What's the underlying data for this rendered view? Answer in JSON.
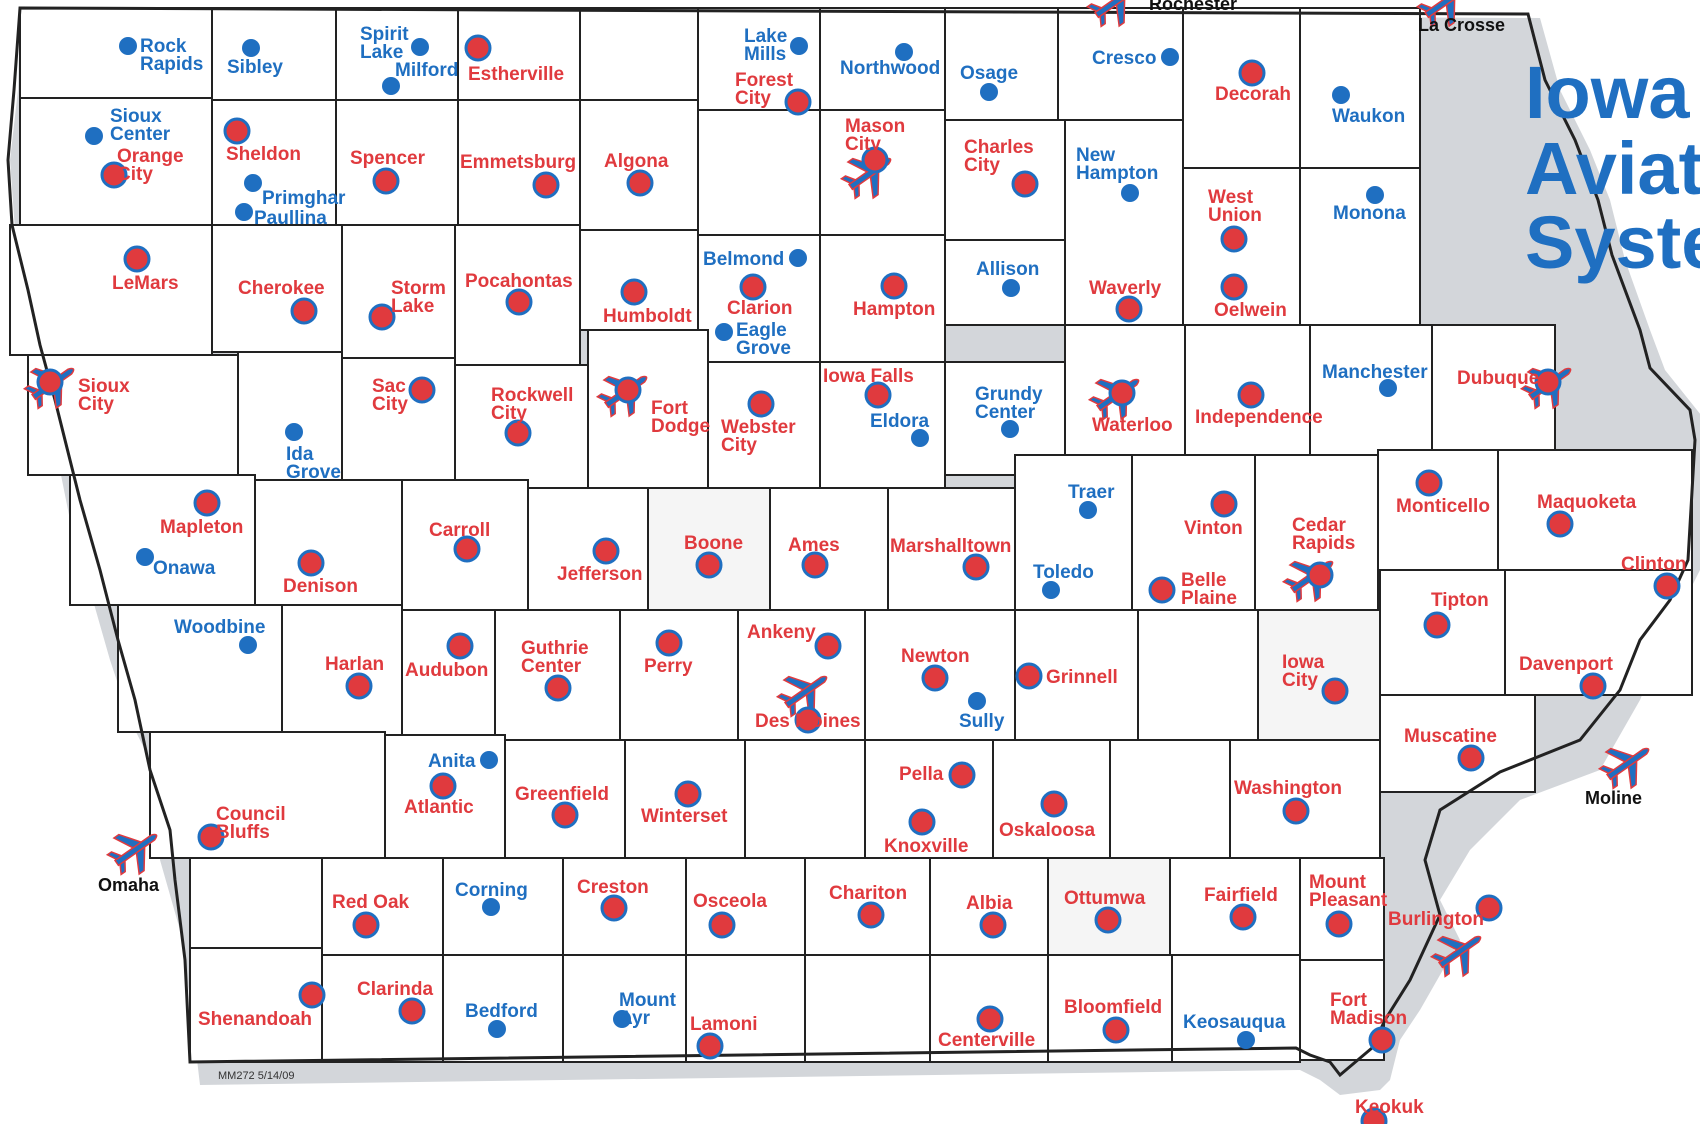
{
  "title_lines": [
    "Iowa",
    "Aviat",
    "Syste"
  ],
  "map_code": "MM272  5/14/09",
  "colors": {
    "red_dot": "#e03a3e",
    "blue_dot": "#1f6fc1",
    "airplane": "#1f6fc1",
    "airplane_accent": "#e03a3e"
  },
  "external_labels": [
    {
      "id": "rochester",
      "text": "Rochester"
    },
    {
      "id": "lacrosse",
      "text": "La Crosse"
    },
    {
      "id": "omaha",
      "text": "Omaha"
    },
    {
      "id": "moline",
      "text": "Moline"
    }
  ],
  "airports": [
    {
      "id": "rock-rapids",
      "lines": [
        "Rock",
        "Rapids"
      ],
      "kind": "blue"
    },
    {
      "id": "sibley",
      "lines": [
        "Sibley"
      ],
      "kind": "blue"
    },
    {
      "id": "spirit-lake",
      "lines": [
        "Spirit",
        "Lake"
      ],
      "kind": "blue"
    },
    {
      "id": "milford",
      "lines": [
        "Milford"
      ],
      "kind": "blue"
    },
    {
      "id": "estherville",
      "lines": [
        "Estherville"
      ],
      "kind": "red"
    },
    {
      "id": "lake-mills",
      "lines": [
        "Lake",
        "Mills"
      ],
      "kind": "blue"
    },
    {
      "id": "forest-city",
      "lines": [
        "Forest",
        "City"
      ],
      "kind": "red"
    },
    {
      "id": "northwood",
      "lines": [
        "Northwood"
      ],
      "kind": "blue"
    },
    {
      "id": "osage",
      "lines": [
        "Osage"
      ],
      "kind": "blue"
    },
    {
      "id": "cresco",
      "lines": [
        "Cresco"
      ],
      "kind": "blue"
    },
    {
      "id": "decorah",
      "lines": [
        "Decorah"
      ],
      "kind": "red"
    },
    {
      "id": "waukon",
      "lines": [
        "Waukon"
      ],
      "kind": "blue"
    },
    {
      "id": "sioux-center",
      "lines": [
        "Sioux",
        "Center"
      ],
      "kind": "blue"
    },
    {
      "id": "orange-city",
      "lines": [
        "Orange",
        "City"
      ],
      "kind": "red"
    },
    {
      "id": "sheldon",
      "lines": [
        "Sheldon"
      ],
      "kind": "red"
    },
    {
      "id": "primghar",
      "lines": [
        "Primghar"
      ],
      "kind": "blue"
    },
    {
      "id": "paullina",
      "lines": [
        "Paullina"
      ],
      "kind": "blue"
    },
    {
      "id": "spencer",
      "lines": [
        "Spencer"
      ],
      "kind": "red"
    },
    {
      "id": "emmetsburg",
      "lines": [
        "Emmetsburg"
      ],
      "kind": "red"
    },
    {
      "id": "algona",
      "lines": [
        "Algona"
      ],
      "kind": "red"
    },
    {
      "id": "mason-city",
      "lines": [
        "Mason",
        "City"
      ],
      "kind": "red"
    },
    {
      "id": "charles-city",
      "lines": [
        "Charles",
        "City"
      ],
      "kind": "red"
    },
    {
      "id": "new-hampton",
      "lines": [
        "New",
        "Hampton"
      ],
      "kind": "blue"
    },
    {
      "id": "west-union",
      "lines": [
        "West",
        "Union"
      ],
      "kind": "red"
    },
    {
      "id": "monona",
      "lines": [
        "Monona"
      ],
      "kind": "blue"
    },
    {
      "id": "lemars",
      "lines": [
        "LeMars"
      ],
      "kind": "red"
    },
    {
      "id": "cherokee",
      "lines": [
        "Cherokee"
      ],
      "kind": "red"
    },
    {
      "id": "storm-lake",
      "lines": [
        "Storm",
        "Lake"
      ],
      "kind": "red"
    },
    {
      "id": "pocahontas",
      "lines": [
        "Pocahontas"
      ],
      "kind": "red"
    },
    {
      "id": "humboldt",
      "lines": [
        "Humboldt"
      ],
      "kind": "red"
    },
    {
      "id": "belmond",
      "lines": [
        "Belmond"
      ],
      "kind": "blue"
    },
    {
      "id": "clarion",
      "lines": [
        "Clarion"
      ],
      "kind": "red"
    },
    {
      "id": "eagle-grove",
      "lines": [
        "Eagle",
        "Grove"
      ],
      "kind": "blue"
    },
    {
      "id": "hampton",
      "lines": [
        "Hampton"
      ],
      "kind": "red"
    },
    {
      "id": "allison",
      "lines": [
        "Allison"
      ],
      "kind": "blue"
    },
    {
      "id": "waverly",
      "lines": [
        "Waverly"
      ],
      "kind": "red"
    },
    {
      "id": "oelwein",
      "lines": [
        "Oelwein"
      ],
      "kind": "red"
    },
    {
      "id": "sioux-city",
      "lines": [
        "Sioux",
        "City"
      ],
      "kind": "red"
    },
    {
      "id": "ida-grove",
      "lines": [
        "Ida",
        "Grove"
      ],
      "kind": "blue"
    },
    {
      "id": "sac-city",
      "lines": [
        "Sac",
        "City"
      ],
      "kind": "red"
    },
    {
      "id": "rockwell-city",
      "lines": [
        "Rockwell",
        "City"
      ],
      "kind": "red"
    },
    {
      "id": "fort-dodge",
      "lines": [
        "Fort",
        "Dodge"
      ],
      "kind": "red"
    },
    {
      "id": "webster-city",
      "lines": [
        "Webster",
        "City"
      ],
      "kind": "red"
    },
    {
      "id": "iowa-falls",
      "lines": [
        "Iowa Falls"
      ],
      "kind": "red"
    },
    {
      "id": "eldora",
      "lines": [
        "Eldora"
      ],
      "kind": "blue"
    },
    {
      "id": "grundy-center",
      "lines": [
        "Grundy",
        "Center"
      ],
      "kind": "blue"
    },
    {
      "id": "waterloo",
      "lines": [
        "Waterloo"
      ],
      "kind": "red"
    },
    {
      "id": "independence",
      "lines": [
        "Independence"
      ],
      "kind": "red"
    },
    {
      "id": "manchester",
      "lines": [
        "Manchester"
      ],
      "kind": "blue"
    },
    {
      "id": "dubuque",
      "lines": [
        "Dubuque"
      ],
      "kind": "red"
    },
    {
      "id": "mapleton",
      "lines": [
        "Mapleton"
      ],
      "kind": "red"
    },
    {
      "id": "onawa",
      "lines": [
        "Onawa"
      ],
      "kind": "blue"
    },
    {
      "id": "denison",
      "lines": [
        "Denison"
      ],
      "kind": "red"
    },
    {
      "id": "carroll",
      "lines": [
        "Carroll"
      ],
      "kind": "red"
    },
    {
      "id": "jefferson",
      "lines": [
        "Jefferson"
      ],
      "kind": "red"
    },
    {
      "id": "boone",
      "lines": [
        "Boone"
      ],
      "kind": "red"
    },
    {
      "id": "ames",
      "lines": [
        "Ames"
      ],
      "kind": "red"
    },
    {
      "id": "marshalltown",
      "lines": [
        "Marshalltown"
      ],
      "kind": "red"
    },
    {
      "id": "traer",
      "lines": [
        "Traer"
      ],
      "kind": "blue"
    },
    {
      "id": "toledo",
      "lines": [
        "Toledo"
      ],
      "kind": "blue"
    },
    {
      "id": "vinton",
      "lines": [
        "Vinton"
      ],
      "kind": "red"
    },
    {
      "id": "belle-plaine",
      "lines": [
        "Belle",
        "Plaine"
      ],
      "kind": "red"
    },
    {
      "id": "cedar-rapids",
      "lines": [
        "Cedar",
        "Rapids"
      ],
      "kind": "red"
    },
    {
      "id": "monticello",
      "lines": [
        "Monticello"
      ],
      "kind": "red"
    },
    {
      "id": "maquoketa",
      "lines": [
        "Maquoketa"
      ],
      "kind": "red"
    },
    {
      "id": "clinton",
      "lines": [
        "Clinton"
      ],
      "kind": "red"
    },
    {
      "id": "woodbine",
      "lines": [
        "Woodbine"
      ],
      "kind": "blue"
    },
    {
      "id": "harlan",
      "lines": [
        "Harlan"
      ],
      "kind": "red"
    },
    {
      "id": "audubon",
      "lines": [
        "Audubon"
      ],
      "kind": "red"
    },
    {
      "id": "guthrie-center",
      "lines": [
        "Guthrie",
        "Center"
      ],
      "kind": "red"
    },
    {
      "id": "perry",
      "lines": [
        "Perry"
      ],
      "kind": "red"
    },
    {
      "id": "ankeny",
      "lines": [
        "Ankeny"
      ],
      "kind": "red"
    },
    {
      "id": "des-moines",
      "lines": [
        "Des Moines"
      ],
      "kind": "red"
    },
    {
      "id": "newton",
      "lines": [
        "Newton"
      ],
      "kind": "red"
    },
    {
      "id": "sully",
      "lines": [
        "Sully"
      ],
      "kind": "blue"
    },
    {
      "id": "grinnell",
      "lines": [
        "Grinnell"
      ],
      "kind": "red"
    },
    {
      "id": "iowa-city",
      "lines": [
        "Iowa",
        "City"
      ],
      "kind": "red"
    },
    {
      "id": "tipton",
      "lines": [
        "Tipton"
      ],
      "kind": "red"
    },
    {
      "id": "davenport",
      "lines": [
        "Davenport"
      ],
      "kind": "red"
    },
    {
      "id": "muscatine",
      "lines": [
        "Muscatine"
      ],
      "kind": "red"
    },
    {
      "id": "council-bluffs",
      "lines": [
        "Council",
        "Bluffs"
      ],
      "kind": "red"
    },
    {
      "id": "anita",
      "lines": [
        "Anita"
      ],
      "kind": "blue"
    },
    {
      "id": "atlantic",
      "lines": [
        "Atlantic"
      ],
      "kind": "red"
    },
    {
      "id": "greenfield",
      "lines": [
        "Greenfield"
      ],
      "kind": "red"
    },
    {
      "id": "winterset",
      "lines": [
        "Winterset"
      ],
      "kind": "red"
    },
    {
      "id": "pella",
      "lines": [
        "Pella"
      ],
      "kind": "red"
    },
    {
      "id": "knoxville",
      "lines": [
        "Knoxville"
      ],
      "kind": "red"
    },
    {
      "id": "oskaloosa",
      "lines": [
        "Oskaloosa"
      ],
      "kind": "red"
    },
    {
      "id": "washington",
      "lines": [
        "Washington"
      ],
      "kind": "red"
    },
    {
      "id": "red-oak",
      "lines": [
        "Red Oak"
      ],
      "kind": "red"
    },
    {
      "id": "corning",
      "lines": [
        "Corning"
      ],
      "kind": "blue"
    },
    {
      "id": "creston",
      "lines": [
        "Creston"
      ],
      "kind": "red"
    },
    {
      "id": "osceola",
      "lines": [
        "Osceola"
      ],
      "kind": "red"
    },
    {
      "id": "chariton",
      "lines": [
        "Chariton"
      ],
      "kind": "red"
    },
    {
      "id": "albia",
      "lines": [
        "Albia"
      ],
      "kind": "red"
    },
    {
      "id": "ottumwa",
      "lines": [
        "Ottumwa"
      ],
      "kind": "red"
    },
    {
      "id": "fairfield",
      "lines": [
        "Fairfield"
      ],
      "kind": "red"
    },
    {
      "id": "mount-pleasant",
      "lines": [
        "Mount",
        "Pleasant"
      ],
      "kind": "red"
    },
    {
      "id": "burlington",
      "lines": [
        "Burlington"
      ],
      "kind": "red"
    },
    {
      "id": "shenandoah",
      "lines": [
        "Shenandoah"
      ],
      "kind": "red"
    },
    {
      "id": "clarinda",
      "lines": [
        "Clarinda"
      ],
      "kind": "red"
    },
    {
      "id": "bedford",
      "lines": [
        "Bedford"
      ],
      "kind": "blue"
    },
    {
      "id": "mount-ayr",
      "lines": [
        "Mount",
        "Ayr"
      ],
      "kind": "blue"
    },
    {
      "id": "lamoni",
      "lines": [
        "Lamoni"
      ],
      "kind": "red"
    },
    {
      "id": "centerville",
      "lines": [
        "Centerville"
      ],
      "kind": "red"
    },
    {
      "id": "bloomfield",
      "lines": [
        "Bloomfield"
      ],
      "kind": "red"
    },
    {
      "id": "keosauqua",
      "lines": [
        "Keosauqua"
      ],
      "kind": "blue"
    },
    {
      "id": "fort-madison",
      "lines": [
        "Fort",
        "Madison"
      ],
      "kind": "red"
    },
    {
      "id": "keokuk",
      "lines": [
        "Keokuk"
      ],
      "kind": "red"
    }
  ]
}
